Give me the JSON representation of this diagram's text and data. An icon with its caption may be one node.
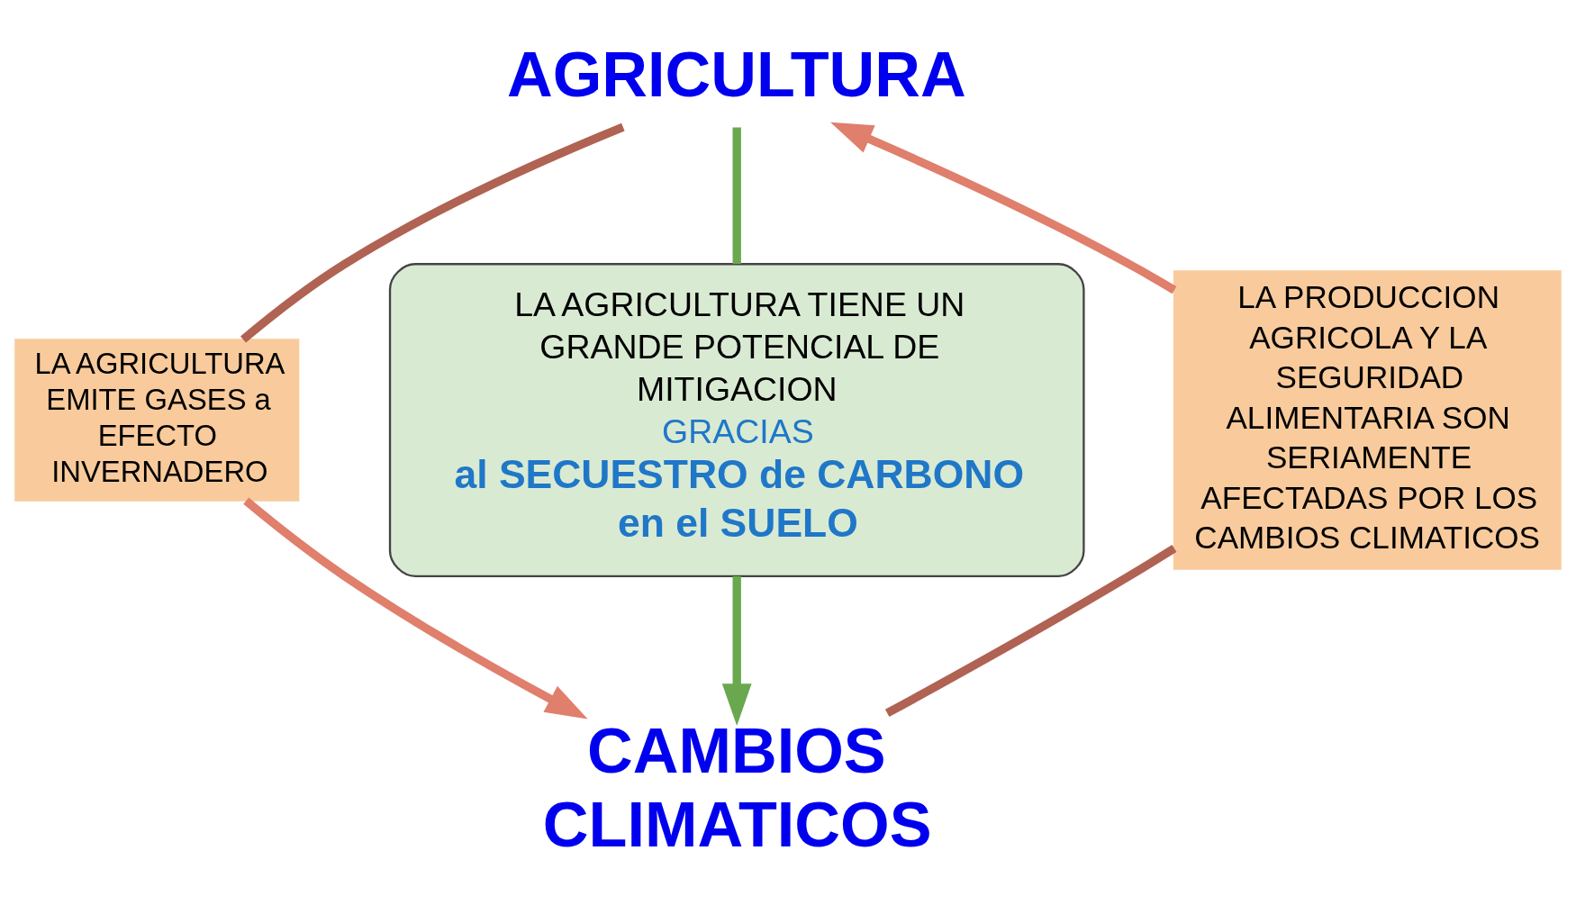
{
  "diagram": {
    "nodes": [
      {
        "text": [
          "AGRICULTURA"
        ]
      },
      {
        "text": [
          "CAMBIOS CLIMATICOS"
        ]
      },
      {
        "text": [
          "LA AGRICULTURA TIENE UN GRANDE POTENCIAL DE MITIGACION",
          "GRACIAS",
          "al SECUESTRO de CARBONO en el SUELO"
        ]
      },
      {
        "text": [
          "LA AGRICULTURA EMITE GASES a EFECTO INVERNADERO"
        ]
      },
      {
        "text": [
          "LA PRODUCCION AGRICOLA Y LA SEGURIDAD ALIMENTARIA SON SERIAMENTE AFECTADAS POR LOS CAMBIOS CLIMATICOS"
        ]
      }
    ],
    "edges": [
      {
        "from": 0,
        "to": 3,
        "arrow": "none",
        "color": "#b06253"
      },
      {
        "from": 3,
        "to": 1,
        "arrow": "to",
        "color": "#df7f6c"
      },
      {
        "from": 1,
        "to": 4,
        "arrow": "none",
        "color": "#b06253"
      },
      {
        "from": 4,
        "to": 0,
        "arrow": "to",
        "color": "#df7f6c"
      },
      {
        "from": 0,
        "to": 2,
        "arrow": "none",
        "color": "#6aa84f"
      },
      {
        "from": 2,
        "to": 1,
        "arrow": "to",
        "color": "#6aa84f"
      }
    ]
  }
}
